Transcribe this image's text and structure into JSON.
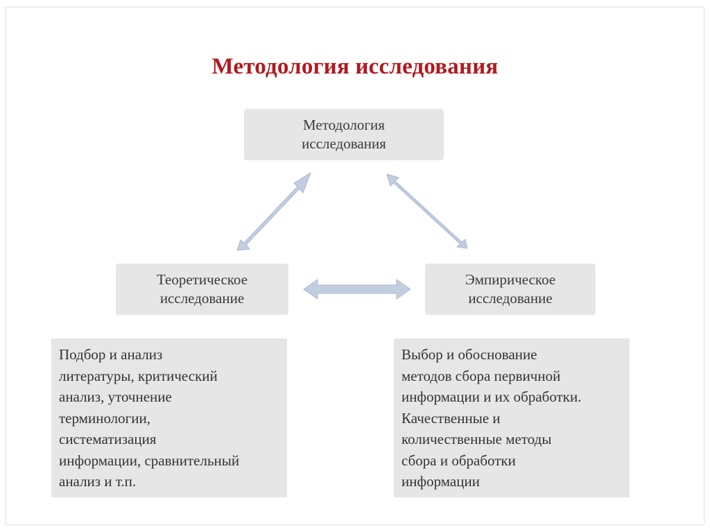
{
  "title": "Методология исследования",
  "diagram": {
    "top_node": {
      "lines": [
        "Методология",
        "исследования"
      ]
    },
    "left_node": {
      "lines": [
        "Теоретическое",
        "исследование"
      ]
    },
    "right_node": {
      "lines": [
        "Эмпирическое",
        "исследование"
      ]
    },
    "left_panel": {
      "lines": [
        "Подбор и анализ",
        "литературы, критический",
        "анализ, уточнение",
        "терминологии,",
        "систематизация",
        "информации, сравнительный",
        "анализ и т.п."
      ]
    },
    "right_panel": {
      "lines": [
        "Выбор и обоснование",
        "методов сбора первичной",
        "информации и их обработки.",
        "Качественные и",
        "количественные методы",
        "сбора и обработки",
        "информации"
      ]
    },
    "colors": {
      "title": "#b11a1f",
      "node_fill": "#e6e6e6",
      "arrow_fill": "#c2cde0",
      "arrow_stroke": "#a9b7d0",
      "text": "#3a3a3a"
    }
  }
}
